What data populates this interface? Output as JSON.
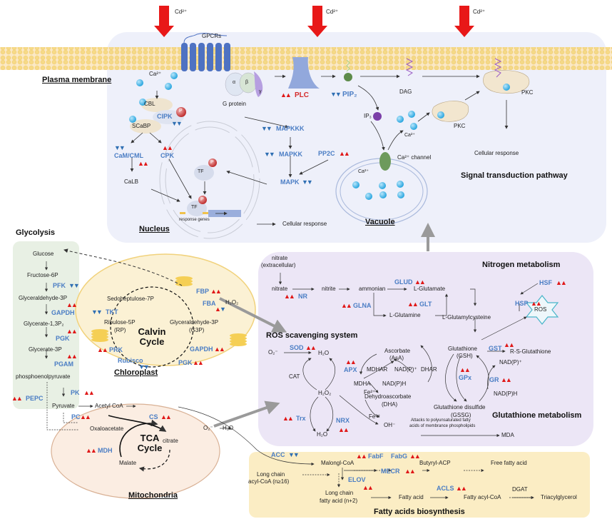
{
  "legend": {
    "up_icon": "▲▲",
    "down_icon": "▼▼"
  },
  "signal": {
    "cd_label": "Cd²⁺",
    "gpcrs": "GPCRs",
    "plasma_membrane": "Plasma membrane",
    "ca": "Ca²⁺",
    "cbl": "CBL",
    "cipk": "CIPK",
    "p": "P",
    "scabp": "SCaBP",
    "g_protein": "G protein",
    "alpha": "α",
    "beta": "β",
    "gamma": "γ",
    "plc": "PLC",
    "pip2": "PIP₂",
    "dag": "DAG",
    "pkc": "PKC",
    "ip3": "IP₃",
    "ca_channel": "Ca²⁺ channel",
    "cellular_response": "Cellular response",
    "title": "Signal transduction pathway",
    "mapkkk": "MAPKKK",
    "mapkk": "MAPKK",
    "mapk": "MAPK",
    "pp2c": "PP2C",
    "cam_cml": "CaM/CML",
    "cpk": "CPK",
    "calb": "CaLB",
    "tf": "TF",
    "response_genes": "response genes",
    "nucleus": "Nucleus",
    "vacuole": "Vacuole"
  },
  "glycolysis": {
    "title": "Glycolysis",
    "steps": [
      "Glucose",
      "Fructose-6P",
      "Glyceraldehyde-3P",
      "Glycerate-1,3P₂",
      "Glycerate-3P",
      "phosphoenolpyruvate"
    ],
    "pfk": "PFK",
    "gapdh": "GAPDH",
    "pgk": "PGK",
    "pgam": "PGAM",
    "pepc": "PEPC",
    "pk": "PK",
    "pyruvate": "Pyruvate"
  },
  "chloroplast": {
    "title": "Chloroplast",
    "cycle": "Calvin Cycle",
    "sedo": "Sedoheptulose-7P",
    "ribulose": "Ribulose-5P",
    "rp": "(RP)",
    "g3p_name": "Glyceraldehyde-3P",
    "g3p": "(G3P)",
    "fbp": "FBP",
    "fba": "FBA",
    "h2o2": "H₂O₂",
    "tkt": "TKT",
    "prk": "PRK",
    "rubisco": "Rubisco",
    "gapdh": "GAPDH",
    "pgk": "PGK"
  },
  "mito": {
    "title": "Mitochondria",
    "cycle": "TCA Cycle",
    "acetyl": "Acetyl CoA",
    "oxalo": "Oxaloacetate",
    "citrate": "citrate",
    "malate": "Malate",
    "pc": "PC",
    "cs": "CS",
    "mdh": "MDH",
    "o2": "O₂⁻",
    "h2o": "H₂O"
  },
  "nitrogen": {
    "title": "Nitrogen metabolism",
    "nitrate_ext": "nitrate",
    "extracellular": "(extracellular)",
    "nitrate": "nitrate",
    "nitrite": "nitrite",
    "ammonian": "ammonian",
    "glutamate": "L-Glutamate",
    "glutamine": "L-Glutamine",
    "glutamylcysteine": "L-Glutamylcysteine",
    "nr": "NR",
    "glna": "GLNA",
    "glt": "GLT",
    "glud": "GLUD",
    "hsf": "HSF",
    "hsp": "HSP",
    "ros": "ROS"
  },
  "ros": {
    "title": "ROS scavenging system",
    "o2": "O₂⁻",
    "sod": "SOD",
    "h2o": "H₂O",
    "cat": "CAT",
    "h2o2": "H₂O₂",
    "apx": "APX",
    "trx": "Trx",
    "nrx": "NRX",
    "ascorbate": "Ascorbate",
    "asa": "(AsA)",
    "mdhar": "MDHAR",
    "nadp_plus": "NAD(P)⁺",
    "nadph": "NAD(P)H",
    "mdha": "MDHA",
    "dhar": "DHAR",
    "dha_name": "Dehydroascorbate",
    "dha": "(DHA)",
    "fe2": "Fe²⁺",
    "fe3": "Fe³⁺",
    "oh": "OH⁻",
    "attack1": "Attacks to polyunsaturated fatty",
    "attack2": "acids of membrance phospholipids",
    "mda": "MDA"
  },
  "glutathione": {
    "title": "Glutathione metabolism",
    "gsh_name": "Glutathione",
    "gsh": "(GSH)",
    "gst": "GST",
    "rsg": "R-S-Glutathione",
    "gpx": "GPx",
    "gr": "GR",
    "nadp_plus": "NAD(P)⁺",
    "nadph": "NAD(P)H",
    "gssg_name": "Glutathione disulfide",
    "gssg": "(GSSG)"
  },
  "fatty": {
    "title": "Fatty acids biosynthesis",
    "acc": "ACC",
    "malonyl": "Malongl-CoA",
    "fabf": "FabF",
    "fabg": "FabG",
    "butyryl": "Butyryl-ACP",
    "free_fa": "Free fatty acid",
    "mecr": "MECR",
    "lc1": "Long chain",
    "lc2": "acyl-CoA (n≥16)",
    "elov": "ELOV",
    "lcfa1": "Long chain",
    "lcfa2": "fatty acid (n+2)",
    "fa": "Fatty acid",
    "acls": "ACLS",
    "facoa": "Fatty acyl-CoA",
    "dgat": "DGAT",
    "tag": "Triacylglycerol"
  },
  "colors": {
    "up": "#e01818",
    "down": "#2f6fb3",
    "enzyme": "#4a7dc4",
    "cell_bg": "#eef0fa",
    "membrane": "#f5dc9c",
    "glyco_bg": "#e8f0e4",
    "chloro_bg": "#fbf1d4",
    "mito_bg": "#fbede2",
    "purple_bg": "#ece6f6",
    "fatty_bg": "#fbedc4"
  }
}
